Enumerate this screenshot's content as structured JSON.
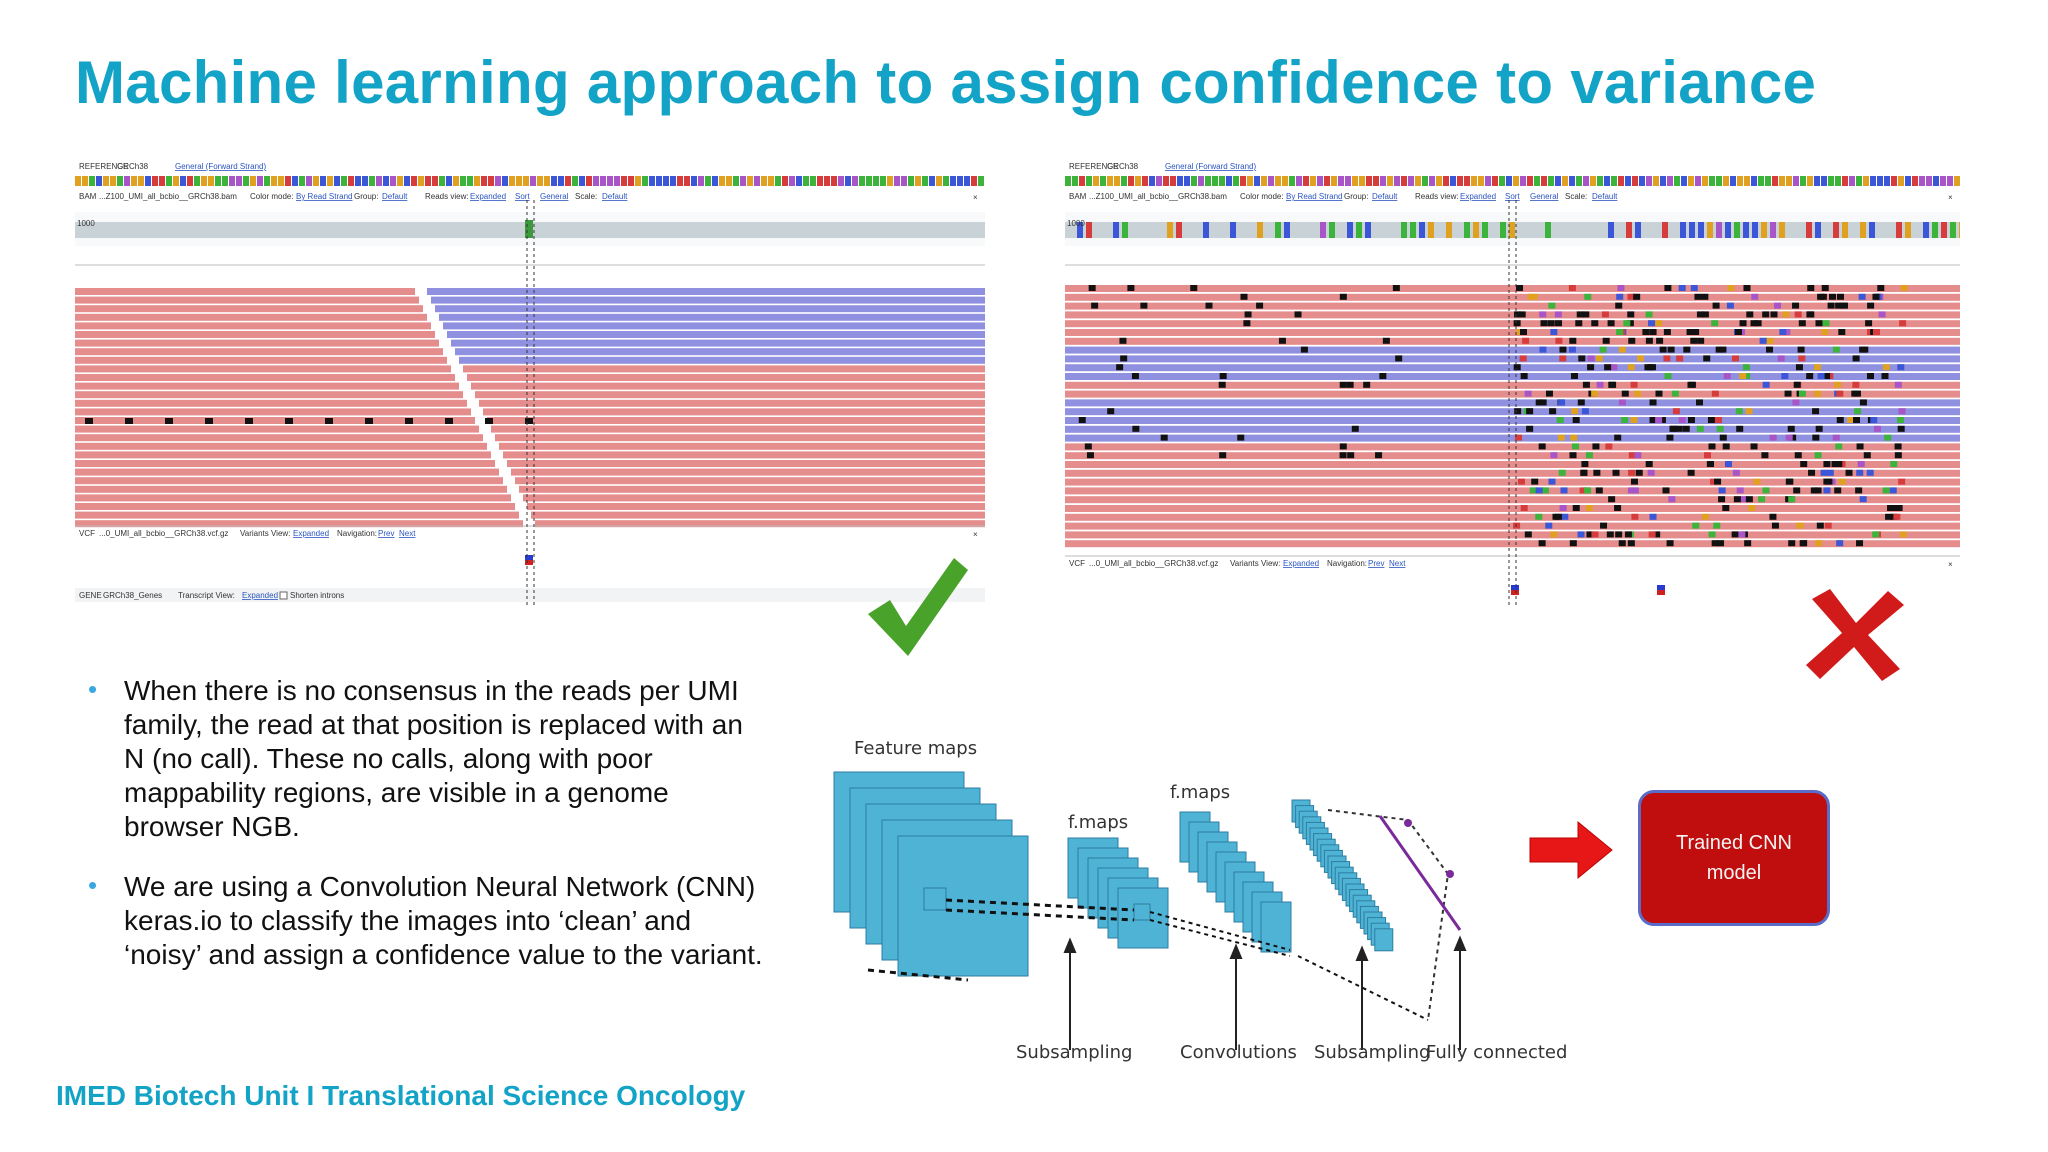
{
  "slide": {
    "title": "Machine learning approach to assign confidence to variance",
    "footer": "IMED Biotech Unit I Translational Science Oncology"
  },
  "browser_left": {
    "reference_label": "REFERENCE",
    "genome": "GRCh38",
    "strand_link": "General (Forward Strand)",
    "bam_label": "BAM",
    "bam_file": "...Z100_UMI_all_bcbio__GRCh38.bam",
    "color_mode": "Color mode:",
    "color_mode_value": "By Read Strand",
    "group": "Group:",
    "group_value": "Default",
    "reads_view": "Reads view:",
    "reads_view_value": "Expanded",
    "sort": "Sort",
    "general": "General",
    "scale": "Scale:",
    "scale_value": "Default",
    "coverage_max": "1000",
    "vcf_label": "VCF",
    "vcf_file": "...0_UMI_all_bcbio__GRCh38.vcf.gz",
    "variants_view": "Variants View:",
    "variants_view_value": "Expanded",
    "navigation": "Navigation:",
    "prev": "Prev",
    "next": "Next",
    "gene_label": "GENE",
    "gene_file": "GRCh38_Genes",
    "transcript_view": "Transcript View:",
    "transcript_view_value": "Expanded",
    "shorten_introns": "Shorten introns"
  },
  "browser_right": {
    "reference_label": "REFERENCE",
    "genome": "GRCh38",
    "strand_link": "General (Forward Strand)",
    "bam_label": "BAM",
    "bam_file": "...Z100_UMI_all_bcbio__GRCh38.bam",
    "color_mode": "Color mode:",
    "color_mode_value": "By Read Strand",
    "group": "Group:",
    "group_value": "Default",
    "reads_view": "Reads view:",
    "reads_view_value": "Expanded",
    "sort": "Sort",
    "general": "General",
    "scale": "Scale:",
    "scale_value": "Default",
    "coverage_max": "1000",
    "vcf_label": "VCF",
    "vcf_file": "...0_UMI_all_bcbio__GRCh38.vcf.gz",
    "variants_view": "Variants View:",
    "variants_view_value": "Expanded",
    "navigation": "Navigation:",
    "prev": "Prev",
    "next": "Next"
  },
  "bullets": [
    "When there is no consensus in the reads per UMI family, the read at that position is replaced with an N (no call). These no calls, along with poor mappability regions, are visible in a genome browser NGB.",
    "We are using a Convolution Neural Network (CNN) keras.io to classify the images into ‘clean’ and ‘noisy’ and assign a confidence value to the variant."
  ],
  "cnn_diagram": {
    "feature_maps": "Feature maps",
    "fmaps_1": "f.maps",
    "fmaps_2": "f.maps",
    "subsampling_1": "Subsampling",
    "convolutions": "Convolutions",
    "subsampling_2": "Subsampling",
    "fully_connected": "Fully connected",
    "layer_color": "#4fb3d6"
  },
  "trained_model": {
    "line1": "Trained CNN",
    "line2": "model"
  },
  "colors": {
    "title": "#12a3c7",
    "forward_read": "#e58c8c",
    "reverse_read": "#9090e0",
    "trained_box": "#c00d0d",
    "check": "#49a22a",
    "cross": "#d11a1a"
  }
}
